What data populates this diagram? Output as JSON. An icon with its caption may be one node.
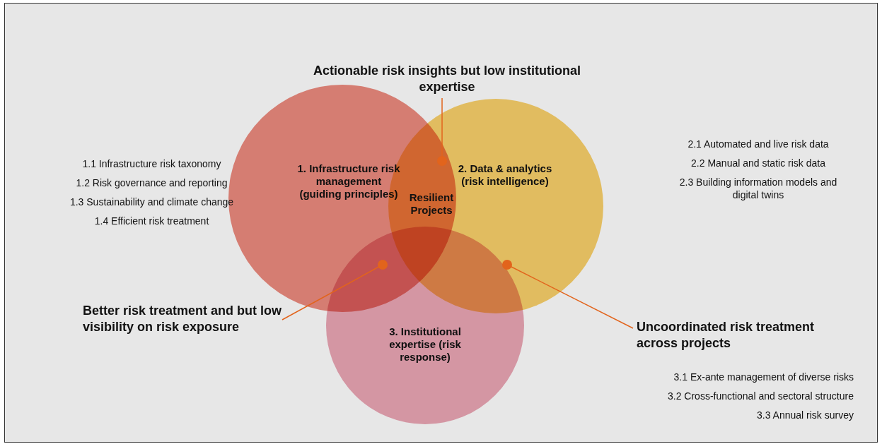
{
  "diagram": {
    "nodes": [
      {
        "text": [
          "1. Infrastructure risk management (guiding principles)"
        ],
        "beside": [
          "1.1 Infrastructure risk taxonomy",
          "1.2 Risk governance and reporting",
          "1.3 Sustainability and climate change",
          "1.4 Efficient risk treatment"
        ]
      },
      {
        "text": [
          "2. Data & analytics (risk intelligence)"
        ],
        "beside": [
          "2.1 Automated and live risk data",
          "2.2 Manual and static risk data",
          "2.3 Building information models and digital twins"
        ]
      },
      {
        "text": [
          "3. Institutional expertise (risk response)"
        ],
        "beside": [
          "3.1 Ex-ante management of diverse risks",
          "3.2 Cross-functional and sectoral structure",
          "3.3 Annual risk survey"
        ]
      },
      {
        "text": [
          "Resilient Projects"
        ]
      },
      {
        "text": [],
        "shape": "circle"
      },
      {
        "text": [],
        "shape": "circle"
      },
      {
        "text": [],
        "shape": "circle"
      },
      {
        "text": [
          "Actionable risk insights but low institutional expertise"
        ]
      },
      {
        "text": [
          "Better risk treatment and but low visibility on risk exposure"
        ]
      },
      {
        "text": [
          "Uncoordinated risk treatment across projects"
        ]
      }
    ],
    "edges": [
      {
        "from": 7,
        "to": 4,
        "arrow": "none"
      },
      {
        "from": 8,
        "to": 5,
        "arrow": "none"
      },
      {
        "from": 9,
        "to": 6,
        "arrow": "none"
      }
    ]
  }
}
